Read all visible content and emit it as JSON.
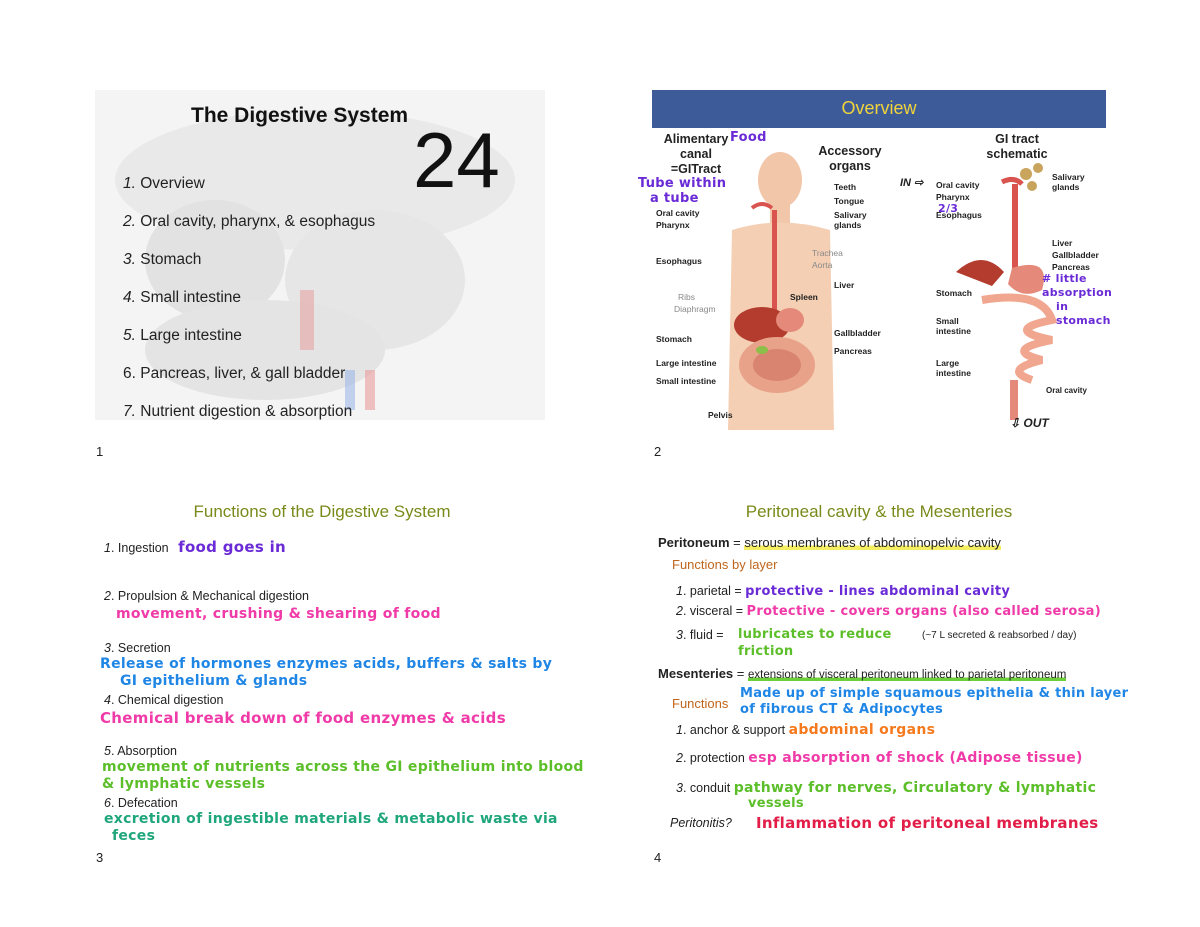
{
  "slide1": {
    "title": "The Digestive System",
    "chapter": "24",
    "items": [
      {
        "num": "1.",
        "text": "Overview"
      },
      {
        "num": "2.",
        "text": "Oral cavity, pharynx, & esophagus"
      },
      {
        "num": "3.",
        "text": "Stomach"
      },
      {
        "num": "4.",
        "text": "Small intestine"
      },
      {
        "num": "5.",
        "text": "Large intestine"
      },
      {
        "num": "6.",
        "text": "Pancreas, liver, & gall bladder"
      },
      {
        "num": "7.",
        "text": "Nutrient digestion & absorption"
      }
    ],
    "page": "1"
  },
  "slide2": {
    "title": "Overview",
    "alimentary": "Alimentary",
    "canal": "canal",
    "gitract": "=GITract",
    "note_food": "Food",
    "note_tube1": "Tube within",
    "note_tube2": "a tube",
    "accessory1": "Accessory",
    "accessory2": "organs",
    "schematic1": "GI tract",
    "schematic2": "schematic",
    "labels": {
      "oral_cavity": "Oral cavity",
      "pharynx": "Pharynx",
      "esophagus": "Esophagus",
      "ribs": "Ribs",
      "diaphragm": "Diaphragm",
      "stomach": "Stomach",
      "large_intestine": "Large intestine",
      "small_intestine": "Small intestine",
      "pelvis": "Pelvis",
      "teeth": "Teeth",
      "tongue": "Tongue",
      "salivary": "Salivary",
      "glands": "glands",
      "trachea": "Trachea",
      "aorta": "Aorta",
      "liver": "Liver",
      "spleen": "Spleen",
      "gallbladder": "Gallbladder",
      "pancreas": "Pancreas"
    },
    "schematic_labels": {
      "in": "IN",
      "oral_cavity": "Oral cavity",
      "pharynx": "Pharynx",
      "esophagus": "Esophagus",
      "salivary": "Salivary",
      "glands": "glands",
      "liver": "Liver",
      "gallbladder": "Gallbladder",
      "pancreas": "Pancreas",
      "stomach": "Stomach",
      "small": "Small",
      "intestine": "intestine",
      "large": "Large",
      "intestine2": "intestine",
      "oral_cavity_bottom": "Oral cavity",
      "out": "OUT"
    },
    "note_little1": "# little absorption",
    "note_little2": "in stomach",
    "note_23": "2/3",
    "page": "2"
  },
  "slide3": {
    "title": "Functions of the Digestive System",
    "items": [
      {
        "num": "1",
        "label": ". Ingestion",
        "note1": "food goes in",
        "note2": ""
      },
      {
        "num": "2",
        "label": ". Propulsion & Mechanical digestion",
        "note1": "movement, crushing & shearing of food",
        "note2": ""
      },
      {
        "num": "3",
        "label": ". Secretion",
        "note1": "Release of hormones enzymes acids, buffers & salts by",
        "note2": "GI epithelium & glands"
      },
      {
        "num": "4",
        "label": ". Chemical digestion",
        "note1": "Chemical break down of food enzymes & acids",
        "note2": ""
      },
      {
        "num": "5",
        "label": ". Absorption",
        "note1": "movement of nutrients across the GI epithelium into blood",
        "note2": "& lymphatic vessels"
      },
      {
        "num": "6",
        "label": ". Defecation",
        "note1": "excretion of ingestible materials & metabolic waste via",
        "note2": "feces"
      }
    ],
    "page": "3"
  },
  "slide4": {
    "title": "Peritoneal cavity & the Mesenteries",
    "peritoneum_label": "Peritoneum",
    "peritoneum_eq": " = ",
    "peritoneum_def": "serous membranes of abdominopelvic cavity",
    "functions_by_layer": "Functions by layer",
    "layers": [
      {
        "num": "1",
        "label": ". parietal =",
        "note": "protective - lines abdominal cavity",
        "extra": ""
      },
      {
        "num": "2",
        "label": ". visceral =",
        "note": "Protective - covers organs (also called serosa)",
        "extra": ""
      },
      {
        "num": "3",
        "label": ". fluid =",
        "note": "lubricates to reduce",
        "note2": "friction",
        "extra": "(~7 L secreted & reabsorbed / day)"
      }
    ],
    "mesenteries_label": "Mesenteries",
    "mesenteries_eq": " = ",
    "mesenteries_def": "extensions of visceral peritoneum linked to parietal peritoneum",
    "functions": "Functions",
    "mes_note1": "Made up of simple squamous epithelia & thin layer",
    "mes_note2": "of fibrous CT & Adipocytes",
    "funcs": [
      {
        "num": "1",
        "label": ". anchor & support",
        "note": "abdominal organs",
        "note2": ""
      },
      {
        "num": "2",
        "label": ". protection",
        "note": "esp absorption of shock (Adipose tissue)",
        "note2": ""
      },
      {
        "num": "3",
        "label": ". conduit",
        "note": "pathway for nerves, Circulatory & lymphatic",
        "note2": "vessels"
      }
    ],
    "peritonitis": "Peritonitis?",
    "peritonitis_note": "Inflammation of peritoneal membranes",
    "page": "4"
  }
}
